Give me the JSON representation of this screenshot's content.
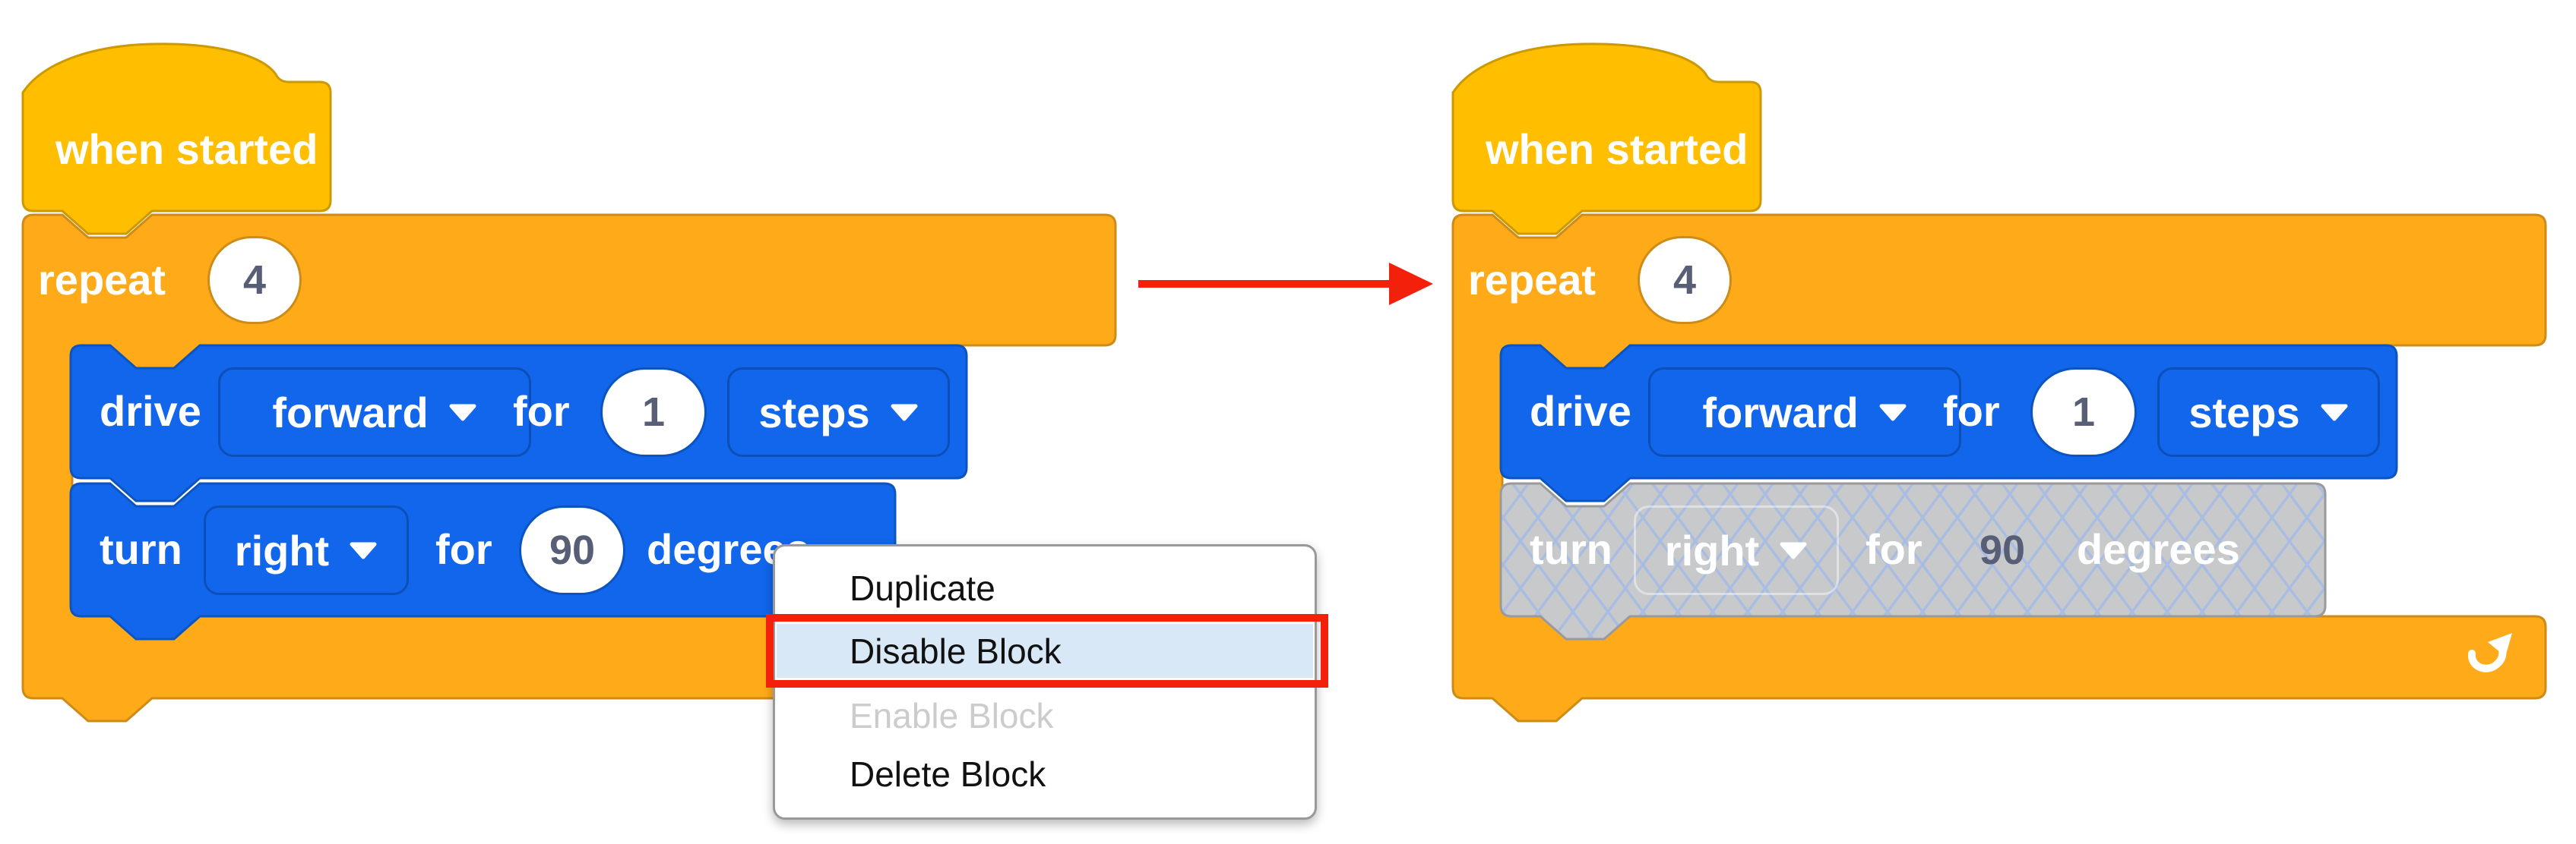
{
  "left_stack": {
    "hat_label": "when started",
    "repeat_label": "repeat",
    "repeat_count": "4",
    "drive_block": {
      "verb": "drive",
      "direction": "forward",
      "for_label": "for",
      "value": "1",
      "unit": "steps"
    },
    "turn_block": {
      "verb": "turn",
      "direction": "right",
      "for_label": "for",
      "value": "90",
      "unit": "degrees"
    }
  },
  "right_stack": {
    "hat_label": "when started",
    "repeat_label": "repeat",
    "repeat_count": "4",
    "drive_block": {
      "verb": "drive",
      "direction": "forward",
      "for_label": "for",
      "value": "1",
      "unit": "steps"
    },
    "turn_block": {
      "verb": "turn",
      "direction": "right",
      "for_label": "for",
      "value": "90",
      "unit": "degrees"
    },
    "turn_block_state": "disabled"
  },
  "context_menu": {
    "items": [
      {
        "label": "Duplicate"
      },
      {
        "label": "Disable Block"
      },
      {
        "label": "Enable Block"
      },
      {
        "label": "Delete Block"
      }
    ],
    "highlighted_item": "Disable Block",
    "disabled_item": "Enable Block"
  },
  "icons": {
    "dropdown_arrow": "triangle-down-icon",
    "repeat_loop": "curved-loop-arrow-icon"
  },
  "colors": {
    "hat_yellow": "#FFBF00",
    "control_orange": "#FFAB19",
    "drive_blue": "#1166EC",
    "disabled_gray": "#C7C9CB",
    "disabled_lattice": "#A9BCE2",
    "annotation_red": "#F3210C",
    "menu_highlight_blue": "#D9E8F6",
    "value_text": "#575E75"
  }
}
